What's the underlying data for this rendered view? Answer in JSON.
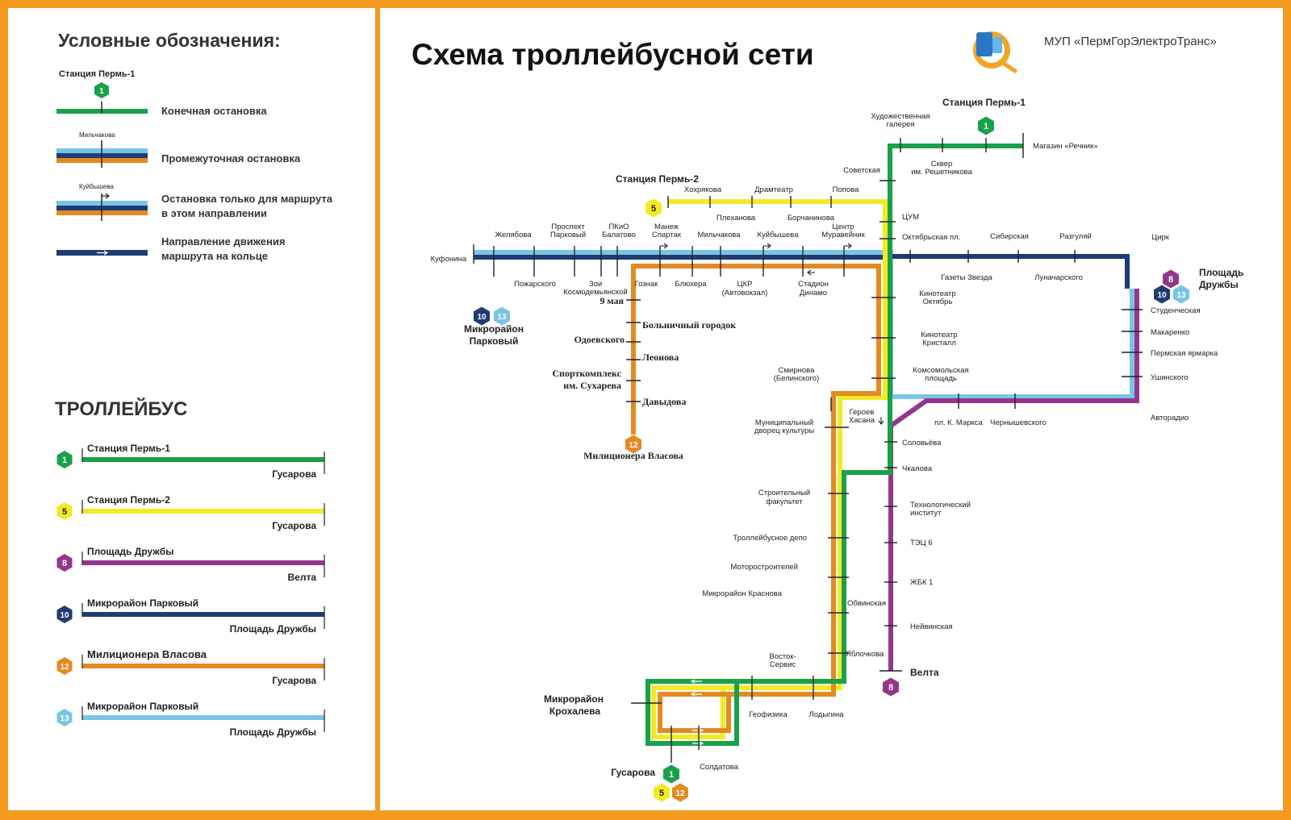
{
  "legend": {
    "title": "Условные обозначения:",
    "terminal_station_name": "Станция Пермь-1",
    "terminal_badge": "1",
    "terminal_text": "Конечная остановка",
    "intermediate_station_name": "Мильчакова",
    "intermediate_text": "Промежуточная остановка",
    "oneway_station_name": "Куйбышева",
    "oneway_text_1": "Остановка только для маршрута",
    "oneway_text_2": "в этом направлении",
    "loop_text_1": "Направление движения",
    "loop_text_2": "маршрута на кольце",
    "section_title": "ТРОЛЛЕЙБУС",
    "routes": [
      {
        "number": "1",
        "from": "Станция Пермь-1",
        "to": "Гусарова",
        "color": "#19a14a",
        "text_color": "#ffffff"
      },
      {
        "number": "5",
        "from": "Станция Пермь-2",
        "to": "Гусарова",
        "color": "#f2ea26",
        "text_color": "#222222"
      },
      {
        "number": "8",
        "from": "Площадь Дружбы",
        "to": "Велта",
        "color": "#93378c",
        "text_color": "#ffffff"
      },
      {
        "number": "10",
        "from": "Микрорайон Парковый",
        "to": "Площадь Дружбы",
        "color": "#1f3c73",
        "text_color": "#ffffff"
      },
      {
        "number": "12",
        "from": "Милиционера Власова",
        "to": "Гусарова",
        "color": "#e48a22",
        "text_color": "#ffffff"
      },
      {
        "number": "13",
        "from": "Микрорайон Парковый",
        "to": "Площадь Дружбы",
        "color": "#7ac4e6",
        "text_color": "#ffffff"
      }
    ]
  },
  "map": {
    "title": "Схема троллейбусной сети",
    "operator": "МУП «ПермГорЭлектроТранс»",
    "terminals": {
      "perm1": "Станция Пермь-1",
      "perm2": "Станция Пермь-2",
      "druzhby_1": "Площадь",
      "druzhby_2": "Дружбы",
      "parkovy_1": "Микрорайон",
      "parkovy_2": "Парковый",
      "krokhaleva_1": "Микрорайон",
      "krokhaleva_2": "Крохалева",
      "velta": "Велта",
      "gusarova": "Гусарова",
      "vlasova": "Милиционера Власова"
    },
    "badges": {
      "b1": "1",
      "b5": "5",
      "b8": "8",
      "b10": "10",
      "b12": "12",
      "b13": "13"
    },
    "stops": {
      "khud_1": "Художественная",
      "khud_2": "галерея",
      "skver_1": "Сквер",
      "skver_2": "им. Решетникова",
      "rechnik": "Магазин «Речник»",
      "sovetskaya": "Советская",
      "khokhryakova": "Хохрякова",
      "dramteatr": "Драмтеатр",
      "popova": "Попова",
      "plekhanova": "Плеханова",
      "borchaninova": "Борчанинова",
      "tsum": "ЦУМ",
      "oktyabrskaya": "Октябрьская пл.",
      "kufonina": "Куфонина",
      "zhelyabova": "Желябова",
      "park_1": "Проспект",
      "park_2": "Парковый",
      "pkio_1": "ПКиО",
      "pkio_2": "Балатово",
      "manezh_1": "Манеж",
      "manezh_2": "Спартак",
      "milchakova": "Мильчакова",
      "kuybysheva": "Куйбышева",
      "center_1": "Центр",
      "center_2": "Муравейник",
      "sibirskaya": "Сибирская",
      "razgulyay": "Разгуляй",
      "tsirk": "Цирк",
      "pozharskogo": "Пожарского",
      "zoi_1": "Зои",
      "zoi_2": "Космодемьянской",
      "goznak": "Гознак",
      "blyukhera": "Блюхера",
      "tskr_1": "ЦКР",
      "tskr_2": "(Автовокзал)",
      "stadion_1": "Стадион",
      "stadion_2": "Динамо",
      "gazety": "Газеты Звезда",
      "lunacharskogo": "Луначарского",
      "may9": "9 мая",
      "bolnichny": "Больничный городок",
      "odoevskogo": "Одоевского",
      "leonova": "Леонова",
      "sport_1": "Спорткомплекс",
      "sport_2": "им. Сухарева",
      "davydova": "Давыдова",
      "kino_okt_1": "Кинотеатр",
      "kino_okt_2": "Октябрь",
      "kino_kr_1": "Кинотеатр",
      "kino_kr_2": "Кристалл",
      "komsomol_1": "Комсомольская",
      "komsomol_2": "площадь",
      "smirnova_1": "Смирнова",
      "smirnova_2": "(Белинского)",
      "geroev_1": "Героев",
      "geroev_2": "Хасана",
      "dvorets_1": "Муниципальный",
      "dvorets_2": "дворец культуры",
      "marksa": "пл. К. Маркса",
      "chernyshevskogo": "Чернышевского",
      "avtoradio": "Авторадио",
      "studencheskaya": "Студенческая",
      "makarenko": "Макаренко",
      "yarmarka": "Пермская ярмарка",
      "ushinskogo": "Ушинского",
      "solovyova": "Соловьёва",
      "chkalova": "Чкалова",
      "stroit_1": "Строительный",
      "stroit_2": "факультет",
      "tekhno_1": "Технологический",
      "tekhno_2": "институт",
      "depo": "Троллейбусное депо",
      "tets": "ТЭЦ 6",
      "motor": "Моторостроителей",
      "zhbk": "ЖБК 1",
      "krasnova": "Микрорайон Краснова",
      "obvinskaya": "Обвинская",
      "neyvinskaya": "Нейвинская",
      "vostok_1": "Восток-",
      "vostok_2": "Сервис",
      "yablochkova": "Яблочкова",
      "geofizika": "Геофизика",
      "lodygina": "Лодыгина",
      "soldatova": "Солдатова"
    }
  }
}
